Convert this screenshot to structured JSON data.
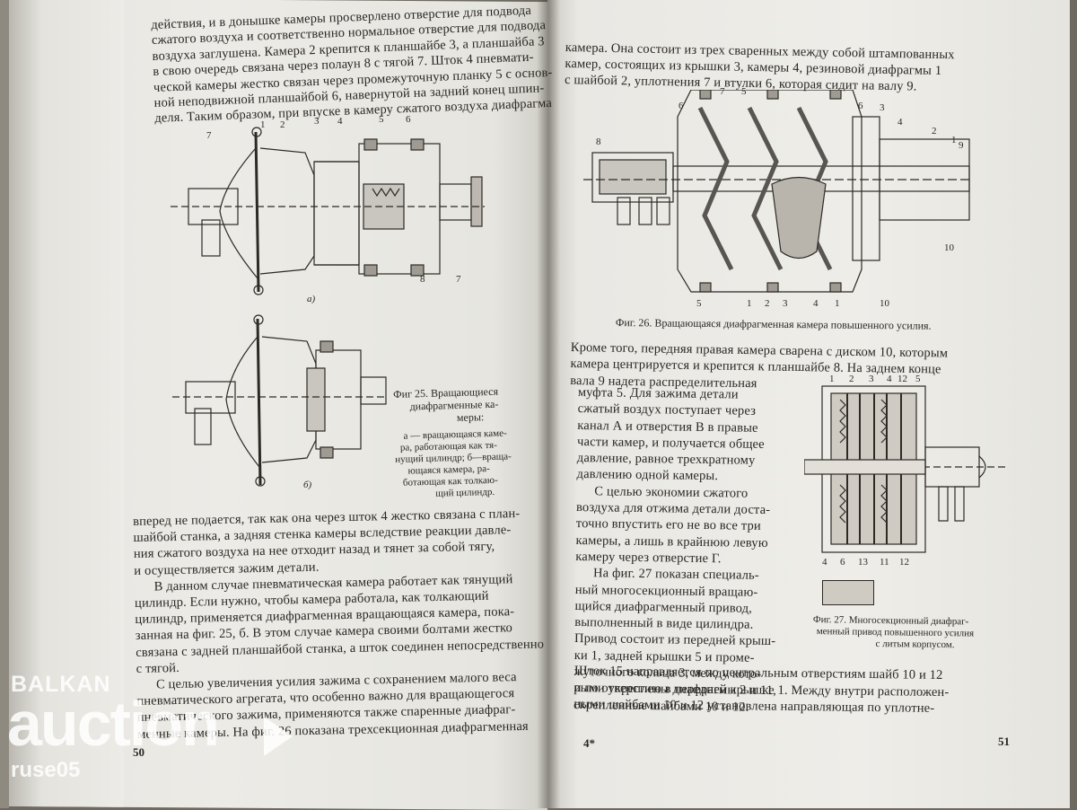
{
  "left_page": {
    "paragraph_top": [
      "действия, и в донышке камеры просверлено отверстие для подвода",
      "сжатого воздуха и соответственно нормальное отверстие для подвода",
      "воздуха заглушена. Камера 2 крепится к планшайбе 3, а планшайба 3",
      "в свою очередь связана через полаун 8 с тягой 7. Шток 4 пневмати-",
      "ческой камеры жестко связан через промежуточную планку 5 с основ-",
      "ной неподвижной планшайбой 6, навернутой на задний конец шпин-",
      "деля. Таким образом, при впуске в камеру сжатого воздуха диафрагма"
    ],
    "fig25": {
      "label_a": "а)",
      "label_b": "б)",
      "callouts_a": [
        "7",
        "1",
        "2",
        "3",
        "4",
        "5",
        "6",
        "8",
        "7"
      ],
      "caption_title": [
        "Фиг 25. Вращающиеся",
        "диафрагменные ка-",
        "меры:"
      ],
      "caption_legend": [
        "а — вращающаяся каме-",
        "ра, работающая как тя-",
        "нущий цилиндр; б—враща-",
        "ющаяся камера, ра-",
        "ботающая как толкаю-",
        "щий цилиндр."
      ]
    },
    "paragraph_bottom": [
      "вперед не подается, так как она через шток 4 жестко связана с план-",
      "шайбой станка, а задняя стенка камеры вследствие реакции давле-",
      "ния сжатого воздуха на нее отходит назад и тянет за собой тягу,",
      "и осуществляется зажим детали.",
      "В данном случае пневматическая камера работает как тянущий",
      "цилиндр. Если нужно, чтобы камера работала, как толкающий",
      "цилиндр, применяется диафрагменная вращающаяся камера, пока-",
      "занная на фиг. 25, б. В этом случае камера своими болтами жестко",
      "связана с задней планшайбой станка, а шток соединен непосредственно",
      "с тягой.",
      "С целью увеличения усилия зажима с сохранением малого веса",
      "пневматического агрегата, что особенно важно для вращающегося",
      "пневматического зажима, применяются также спаренные диафраг-",
      "менные камеры. На фиг. 26 показана трехсекционная диафрагменная"
    ],
    "page_number": "50"
  },
  "right_page": {
    "paragraph_top": [
      "камера. Она состоит из трех сваренных между собой штампованных",
      "камер, состоящих из крышки 3, камеры 4, резиновой диафрагмы 1",
      "с шайбой 2, уплотнения 7 и втулки 6, которая сидит на валу 9."
    ],
    "fig26": {
      "caption": "Фиг. 26. Вращающаяся диафрагменная камера повышенного усилия.",
      "callouts": [
        "6",
        "7",
        "5",
        "8",
        "6",
        "3",
        "4",
        "2",
        "1",
        "10",
        "9",
        "5",
        "1",
        "2",
        "3",
        "4",
        "1",
        "10"
      ]
    },
    "paragraph_mid": [
      "Кроме того, передняя правая камера сварена с диском 10, которым",
      "камера центрируется и крепится к планшайбе 8. На заднем конце",
      "вала 9 надета распределительная"
    ],
    "paragraph_side": [
      "муфта 5. Для зажима детали",
      "сжатый воздух поступает через",
      "канал А и отверстия В в правые",
      "части камер, и получается общее",
      "давление, равное трехкратному",
      "давлению одной камеры.",
      "С целью экономии сжатого",
      "воздуха для отжима детали доста-",
      "точно впустить его не во все три",
      "камеры, а лишь в крайнюю левую",
      "камеру через отверстие Г.",
      "На фиг. 27 показан специаль-",
      "ный многосекционный вращаю-",
      "щийся диафрагменный привод,",
      "выполненный в виде цилиндра.",
      "Привод состоит из передней крыш-",
      "ки 1, задней крышки 5 и проме-",
      "жуточного кольца 3, между кото-",
      "рыми укреплены диафрагмы 2 и 11,",
      "скрепленные шайбами 10 и 12."
    ],
    "fig27": {
      "caption": [
        "Фиг. 27. Многосекционный диафраг-",
        "менный привод повышенного усилия",
        "с литым корпусом."
      ],
      "callouts_top": [
        "1",
        "2",
        "3",
        "4",
        "12",
        "5"
      ],
      "callouts_bottom": [
        "4",
        "6",
        "13",
        "11",
        "12"
      ]
    },
    "paragraph_bottom": [
      "Шток 15 направляется по центральным отверстиям шайб 10 и 12",
      "и по отверстию в передней крышке 1. Между внутри расположен-",
      "ными шайбами 10 и 12 установлена направляющая по уплотне-"
    ],
    "signature_mark": "4*",
    "page_number": "51"
  },
  "watermark": {
    "brand_top": "BALKAN",
    "brand_main": "auction",
    "user": "ruse05"
  }
}
